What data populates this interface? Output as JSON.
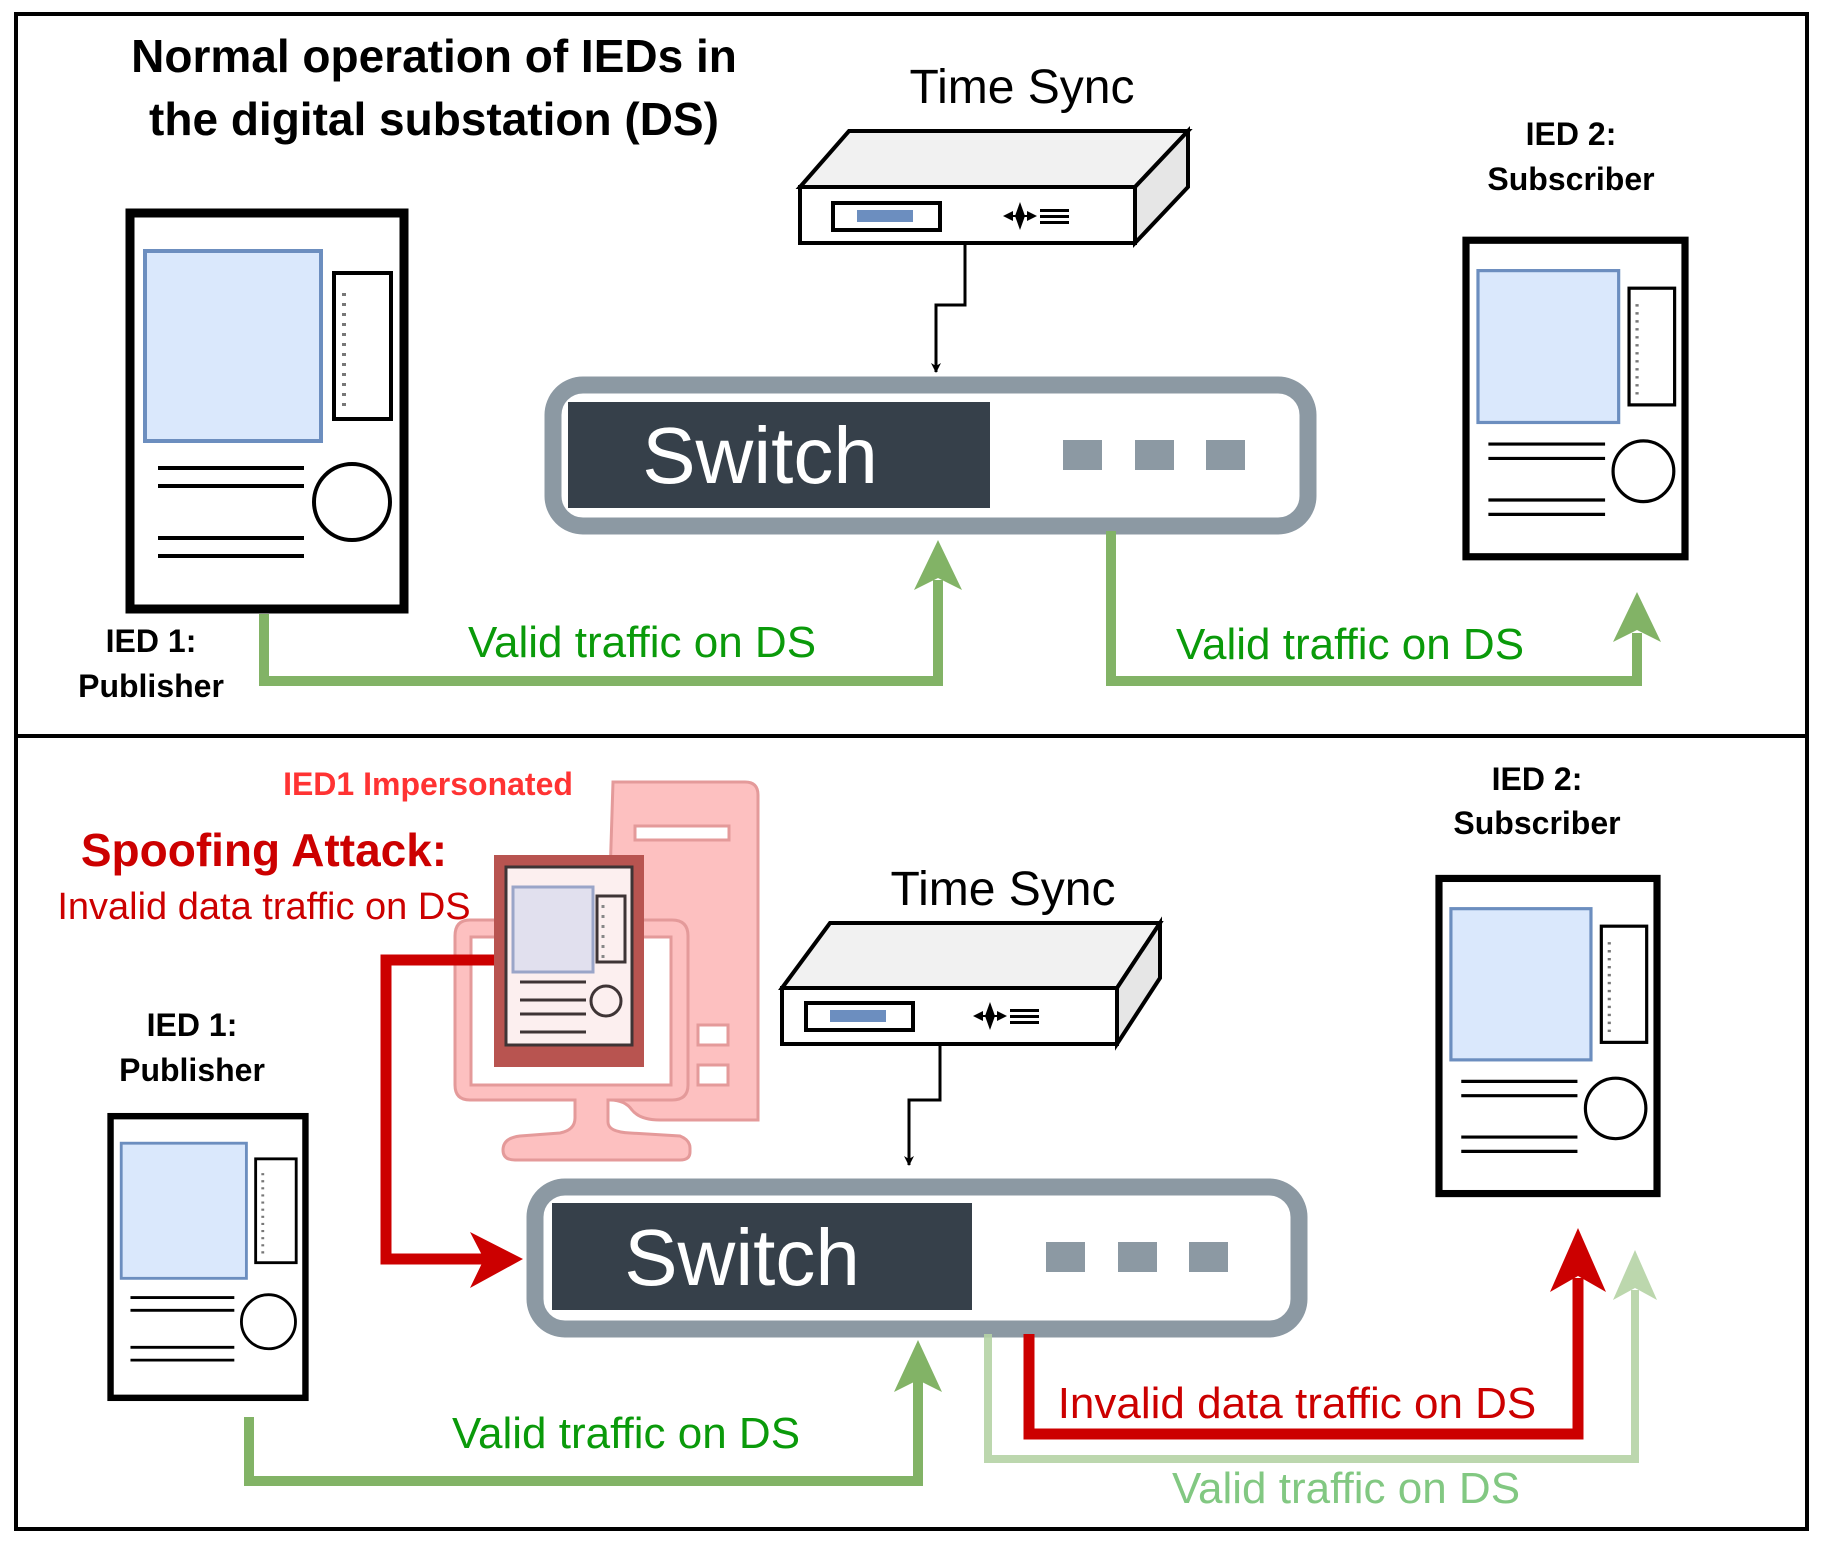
{
  "colors": {
    "valid_green_text": "#0A9A0A",
    "valid_green_line": "#82B366",
    "light_green_line": "#B5D3A5",
    "light_green_text": "#82C882",
    "attack_red": "#CC0000",
    "impersonated_red": "#FF3333",
    "switch_dark": "#36404A",
    "switch_border": "#8C99A3",
    "screen_fill": "#DAE8FC",
    "screen_border": "#6C8EBF"
  },
  "top_panel": {
    "title_line1": "Normal operation of IEDs in",
    "title_line2": "the digital substation (DS)",
    "time_sync_label": "Time Sync",
    "switch_label": "Switch",
    "ied1_label_line1": "IED 1:",
    "ied1_label_line2": "Publisher",
    "ied2_label_line1": "IED 2:",
    "ied2_label_line2": "Subscriber",
    "link_left_label": "Valid traffic on DS",
    "link_right_label": "Valid traffic on DS"
  },
  "bottom_panel": {
    "impersonated_label": "IED1 Impersonated",
    "attack_title": "Spoofing Attack:",
    "attack_subtitle": "Invalid data traffic on DS",
    "time_sync_label": "Time Sync",
    "switch_label": "Switch",
    "ied1_label_line1": "IED 1:",
    "ied1_label_line2": "Publisher",
    "ied2_label_line1": "IED 2:",
    "ied2_label_line2": "Subscriber",
    "link_left_label": "Valid traffic on DS",
    "invalid_link_label": "Invalid data traffic on DS",
    "valid_faded_label": "Valid traffic on DS"
  },
  "icons": {
    "ied": "ied-device-icon",
    "time_sync": "time-sync-device-icon",
    "switch": "network-switch-icon",
    "attacker": "desktop-computer-icon"
  }
}
